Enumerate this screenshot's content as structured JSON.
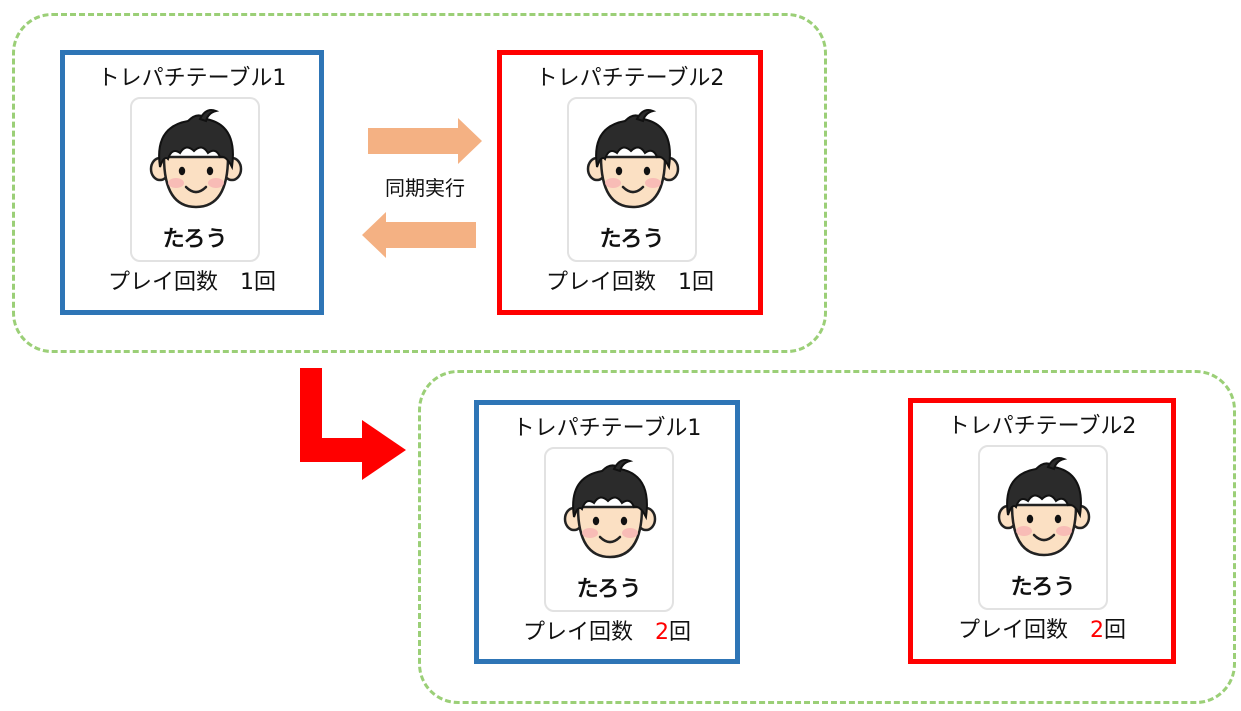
{
  "colors": {
    "group_border": "#9bcf77",
    "table1_border": "#2e75b6",
    "table2_border": "#ff0000",
    "sync_arrow": "#f4b183",
    "result_arrow": "#ff0000",
    "changed_count": "#ff0000"
  },
  "before": {
    "table1": {
      "title": "トレパチテーブル1",
      "name": "たろう",
      "play_label": "プレイ回数",
      "count": "1",
      "unit": "回"
    },
    "table2": {
      "title": "トレパチテーブル2",
      "name": "たろう",
      "play_label": "プレイ回数",
      "count": "1",
      "unit": "回"
    },
    "sync_label": "同期実行"
  },
  "after": {
    "table1": {
      "title": "トレパチテーブル1",
      "name": "たろう",
      "play_label": "プレイ回数",
      "count": "2",
      "unit": "回"
    },
    "table2": {
      "title": "トレパチテーブル2",
      "name": "たろう",
      "play_label": "プレイ回数",
      "count": "2",
      "unit": "回"
    }
  },
  "icons": {
    "avatar": "boy-face-icon",
    "sync_forward": "arrow-right-icon",
    "sync_back": "arrow-left-icon",
    "result": "elbow-arrow-icon"
  }
}
